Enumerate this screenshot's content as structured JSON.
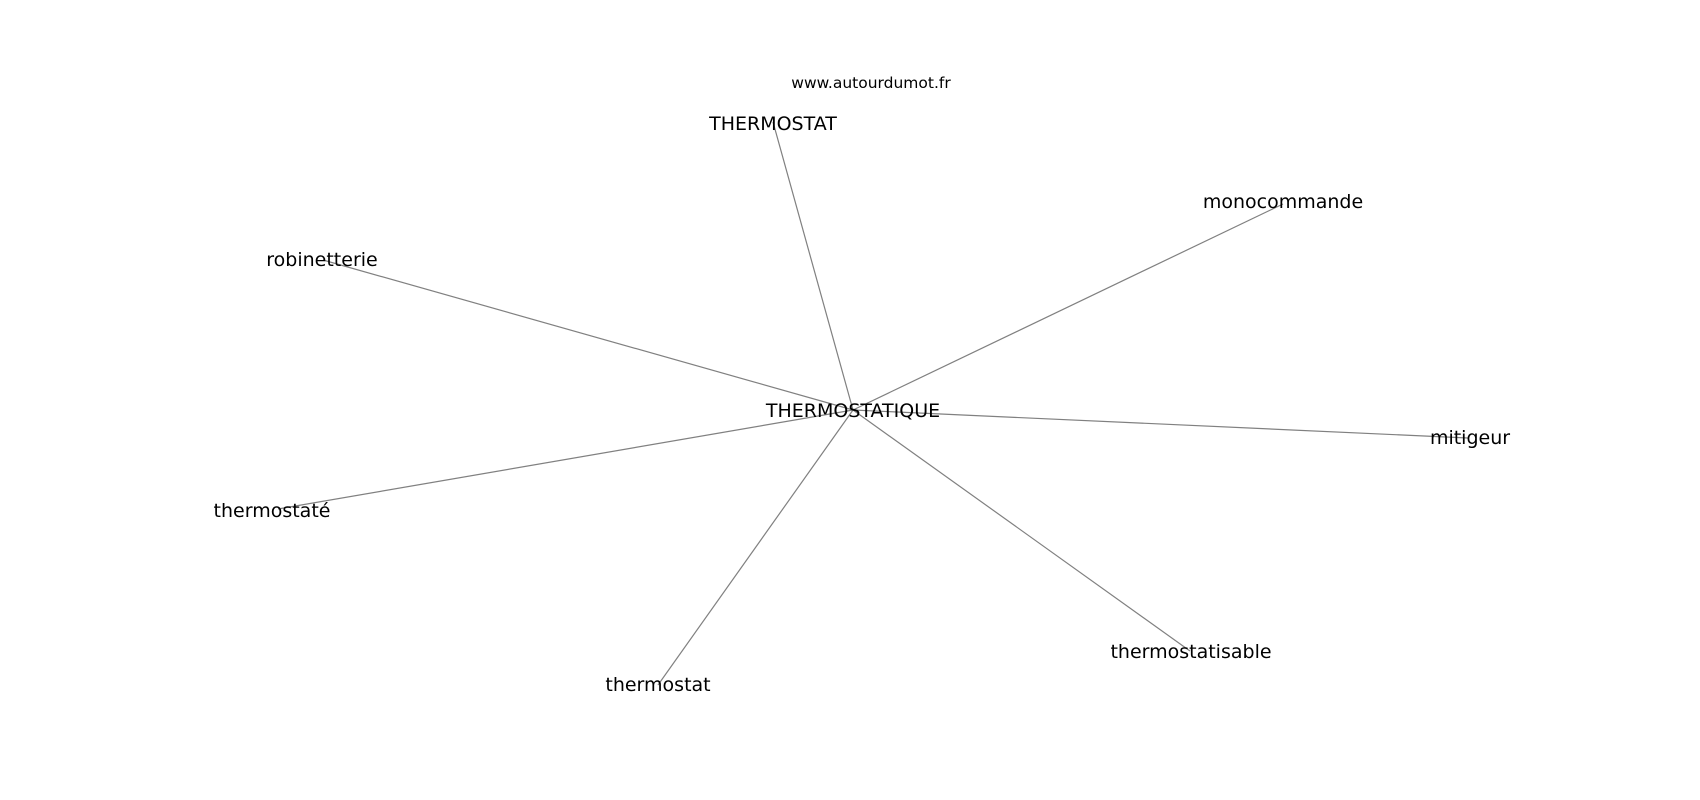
{
  "site": {
    "url": "www.autourdumot.fr"
  },
  "graph": {
    "center": "THERMOSTATIQUE",
    "nodes": [
      "THERMOSTAT",
      "monocommande",
      "robinetterie",
      "mitigeur",
      "thermostaté",
      "thermostatisable",
      "thermostat"
    ]
  },
  "colors": {
    "edge": "#808080",
    "text": "#000000",
    "background": "#ffffff"
  }
}
